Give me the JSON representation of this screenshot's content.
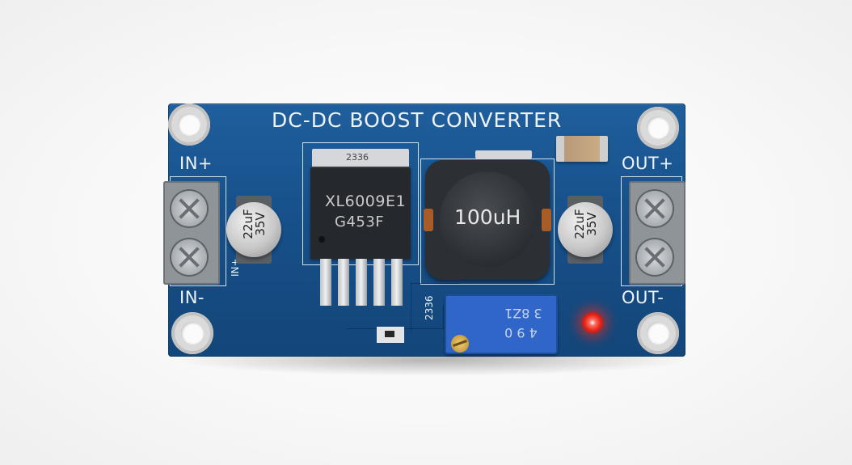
{
  "board": {
    "title": "DC-DC BOOST CONVERTER",
    "labels": {
      "in_plus": "IN+",
      "in_minus": "IN-",
      "out_plus": "OUT+",
      "out_minus": "OUT-",
      "in_small": "IN+",
      "pcb_code": "2336"
    },
    "ic": {
      "tab_code": "2336",
      "line1": "XL6009E1",
      "line2": "G453F"
    },
    "inductor": {
      "value": "100uH"
    },
    "capacitor_in": {
      "line1": "22uF",
      "line2": "35V"
    },
    "capacitor_out": {
      "line1": "22uF",
      "line2": "35V"
    },
    "trimmer": {
      "line1": "3 8Z1",
      "line2": "4 9 0"
    },
    "led_color": "#e02418",
    "pcb_color": "#17508a"
  }
}
